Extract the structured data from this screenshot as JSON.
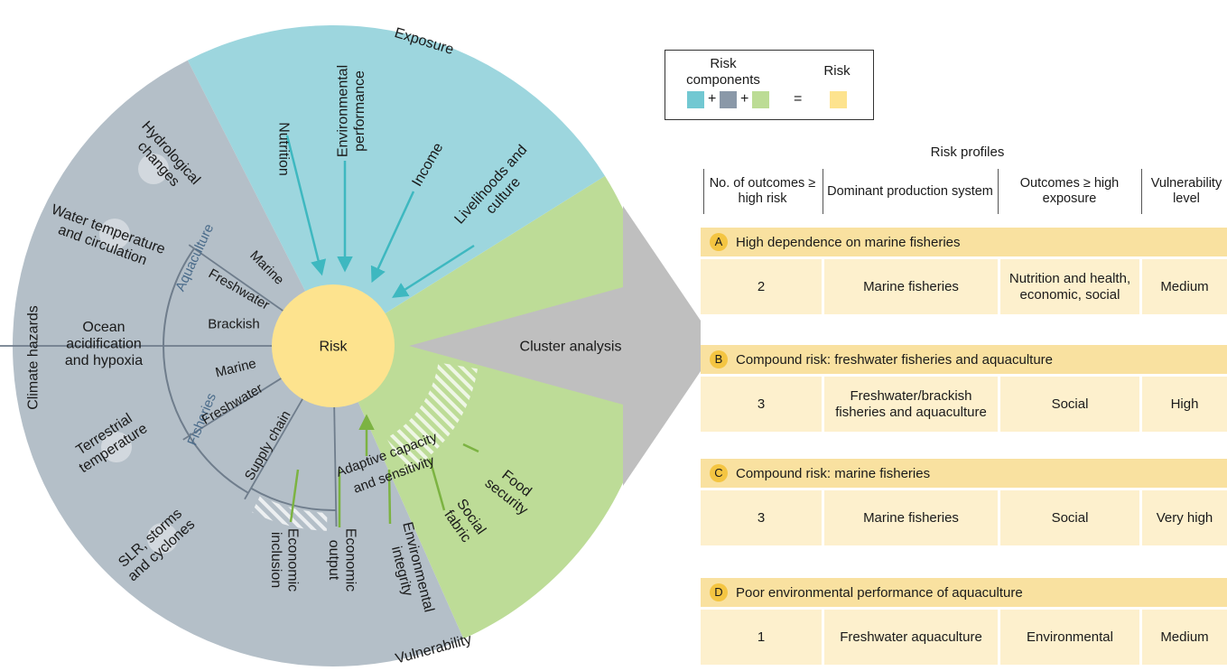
{
  "diagram": {
    "center_label": "Risk",
    "sectors": {
      "exposure": "Exposure",
      "hazards": "Climate hazards",
      "vulnerability": "Vulnerability"
    },
    "exposure_items": [
      "Nutrition",
      "Environmental performance",
      "Income",
      "Livelihoods and culture"
    ],
    "hazard_items": [
      "Hydrological changes",
      "Water temperature and circulation",
      "Ocean acidification and hypoxia",
      "Terrestrial temperature",
      "SLR, storms and cyclones"
    ],
    "production": {
      "aquaculture": "Aquaculture",
      "fisheries": "Fisheries",
      "marine_aq": "Marine",
      "freshwater_aq": "Freshwater",
      "brackish": "Brackish",
      "marine_fi": "Marine",
      "freshwater_fi": "Freshwater",
      "supply_chain": "Supply chain"
    },
    "adaptive": [
      "Adaptive capacity",
      "and sensitivity"
    ],
    "vulnerability_items": [
      "Economic inclusion",
      "Economic output",
      "Environmental integrity",
      "Social fabric",
      "Food security"
    ],
    "cluster_label": "Cluster analysis",
    "colors": {
      "exposure": "#9dd6de",
      "hazards": "#b4bfc8",
      "vulnerability": "#bddc97",
      "risk": "#fde38e",
      "arrow": "#bfbfbf",
      "exposure_arrow": "#3eb8c0",
      "vulnerability_line": "#7cb342"
    }
  },
  "legend": {
    "components_label": "Risk components",
    "risk_label": "Risk",
    "plus1": "+",
    "plus2": "+",
    "equals": "=",
    "swatches": [
      "#72c8d2",
      "#8a98a8",
      "#bcdc95",
      "#fde38e"
    ]
  },
  "table": {
    "title": "Risk profiles",
    "headers": [
      "No. of outcomes ≥ high risk",
      "Dominant production system",
      "Outcomes ≥ high exposure",
      "Vulnerability level"
    ],
    "groups": [
      {
        "letter": "A",
        "title": "High dependence on marine fisheries",
        "cells": [
          "2",
          "Marine fisheries",
          "Nutrition and health, economic, social",
          "Medium"
        ]
      },
      {
        "letter": "B",
        "title": "Compound risk: freshwater fisheries and aquaculture",
        "cells": [
          "3",
          "Freshwater/brackish fisheries and aquaculture",
          "Social",
          "High"
        ]
      },
      {
        "letter": "C",
        "title": "Compound risk: marine fisheries",
        "cells": [
          "3",
          "Marine fisheries",
          "Social",
          "Very high"
        ]
      },
      {
        "letter": "D",
        "title": "Poor environmental performance of aquaculture",
        "cells": [
          "1",
          "Freshwater aquaculture",
          "Environmental",
          "Medium"
        ]
      }
    ]
  }
}
